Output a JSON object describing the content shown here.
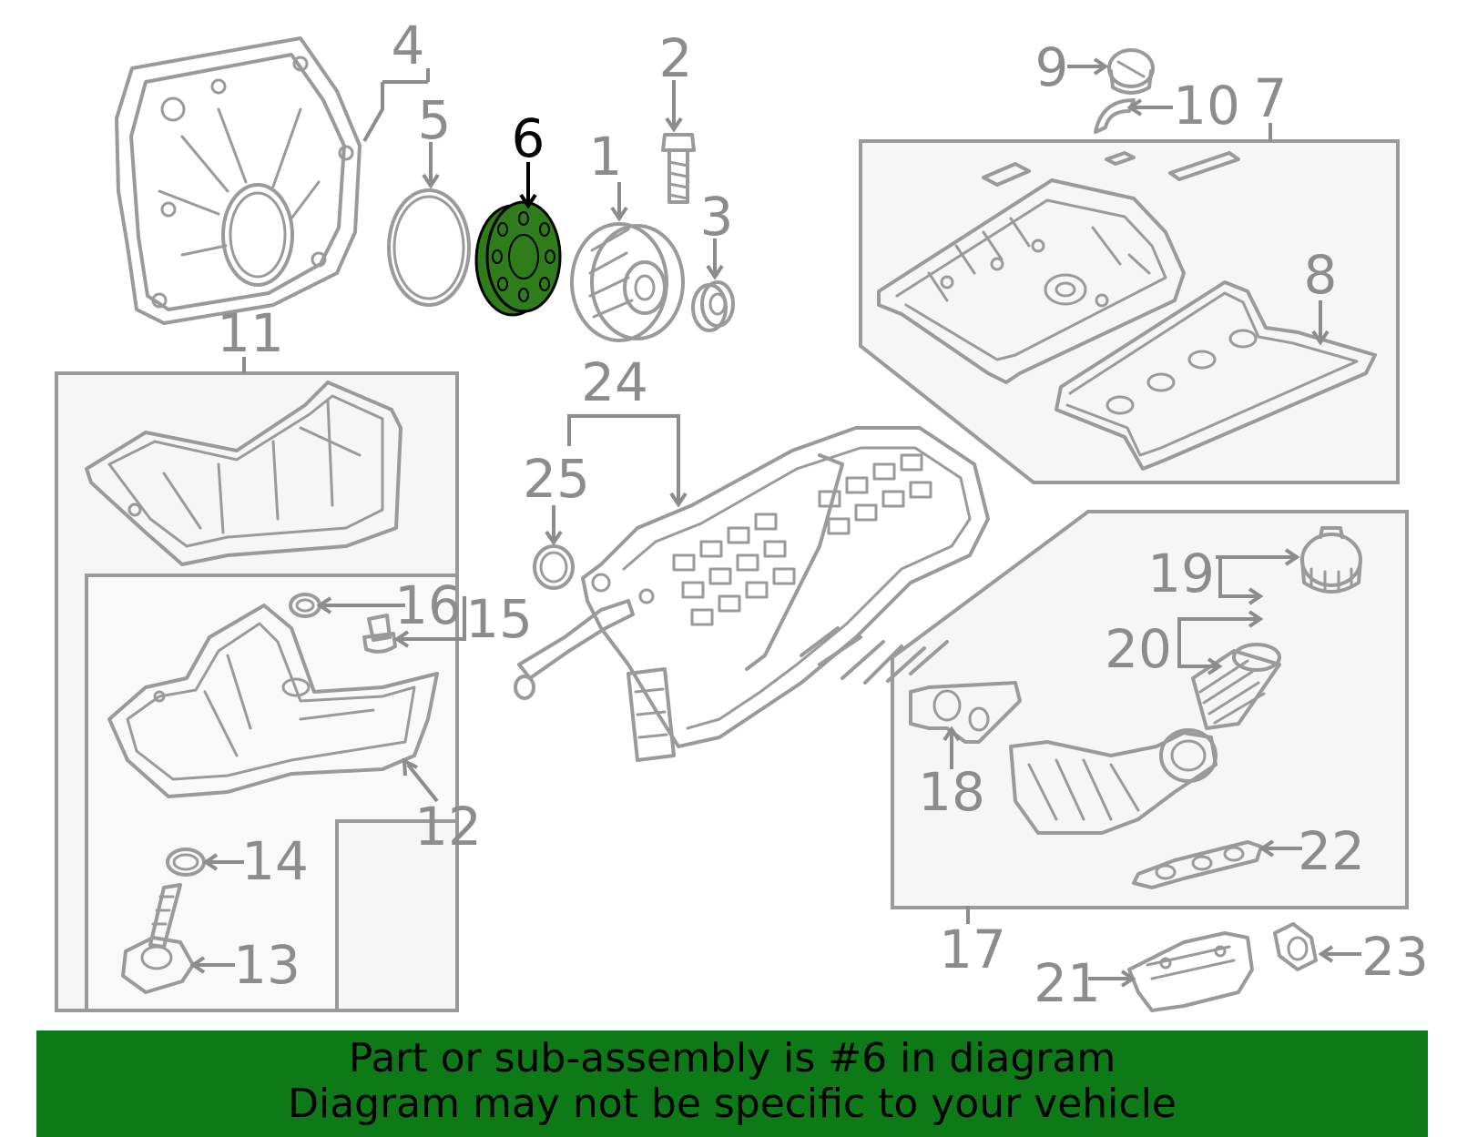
{
  "colors": {
    "highlight_fill": "#2e7d1a",
    "line": "#9a9a9a",
    "label": "#8c8c8c",
    "banner": "#0e7a17"
  },
  "highlighted_part": "6",
  "callouts": {
    "n1": "1",
    "n2": "2",
    "n3": "3",
    "n4": "4",
    "n5": "5",
    "n6": "6",
    "n7": "7",
    "n8": "8",
    "n9": "9",
    "n10": "10",
    "n11": "11",
    "n12": "12",
    "n13": "13",
    "n14": "14",
    "n15": "15",
    "n16": "16",
    "n17": "17",
    "n18": "18",
    "n19": "19",
    "n20": "20",
    "n21": "21",
    "n22": "22",
    "n23": "23",
    "n24": "24",
    "n25": "25"
  },
  "banner": {
    "line1": "Part or sub-assembly is #6 in diagram",
    "line2": "Diagram may not be specific to your vehicle"
  }
}
